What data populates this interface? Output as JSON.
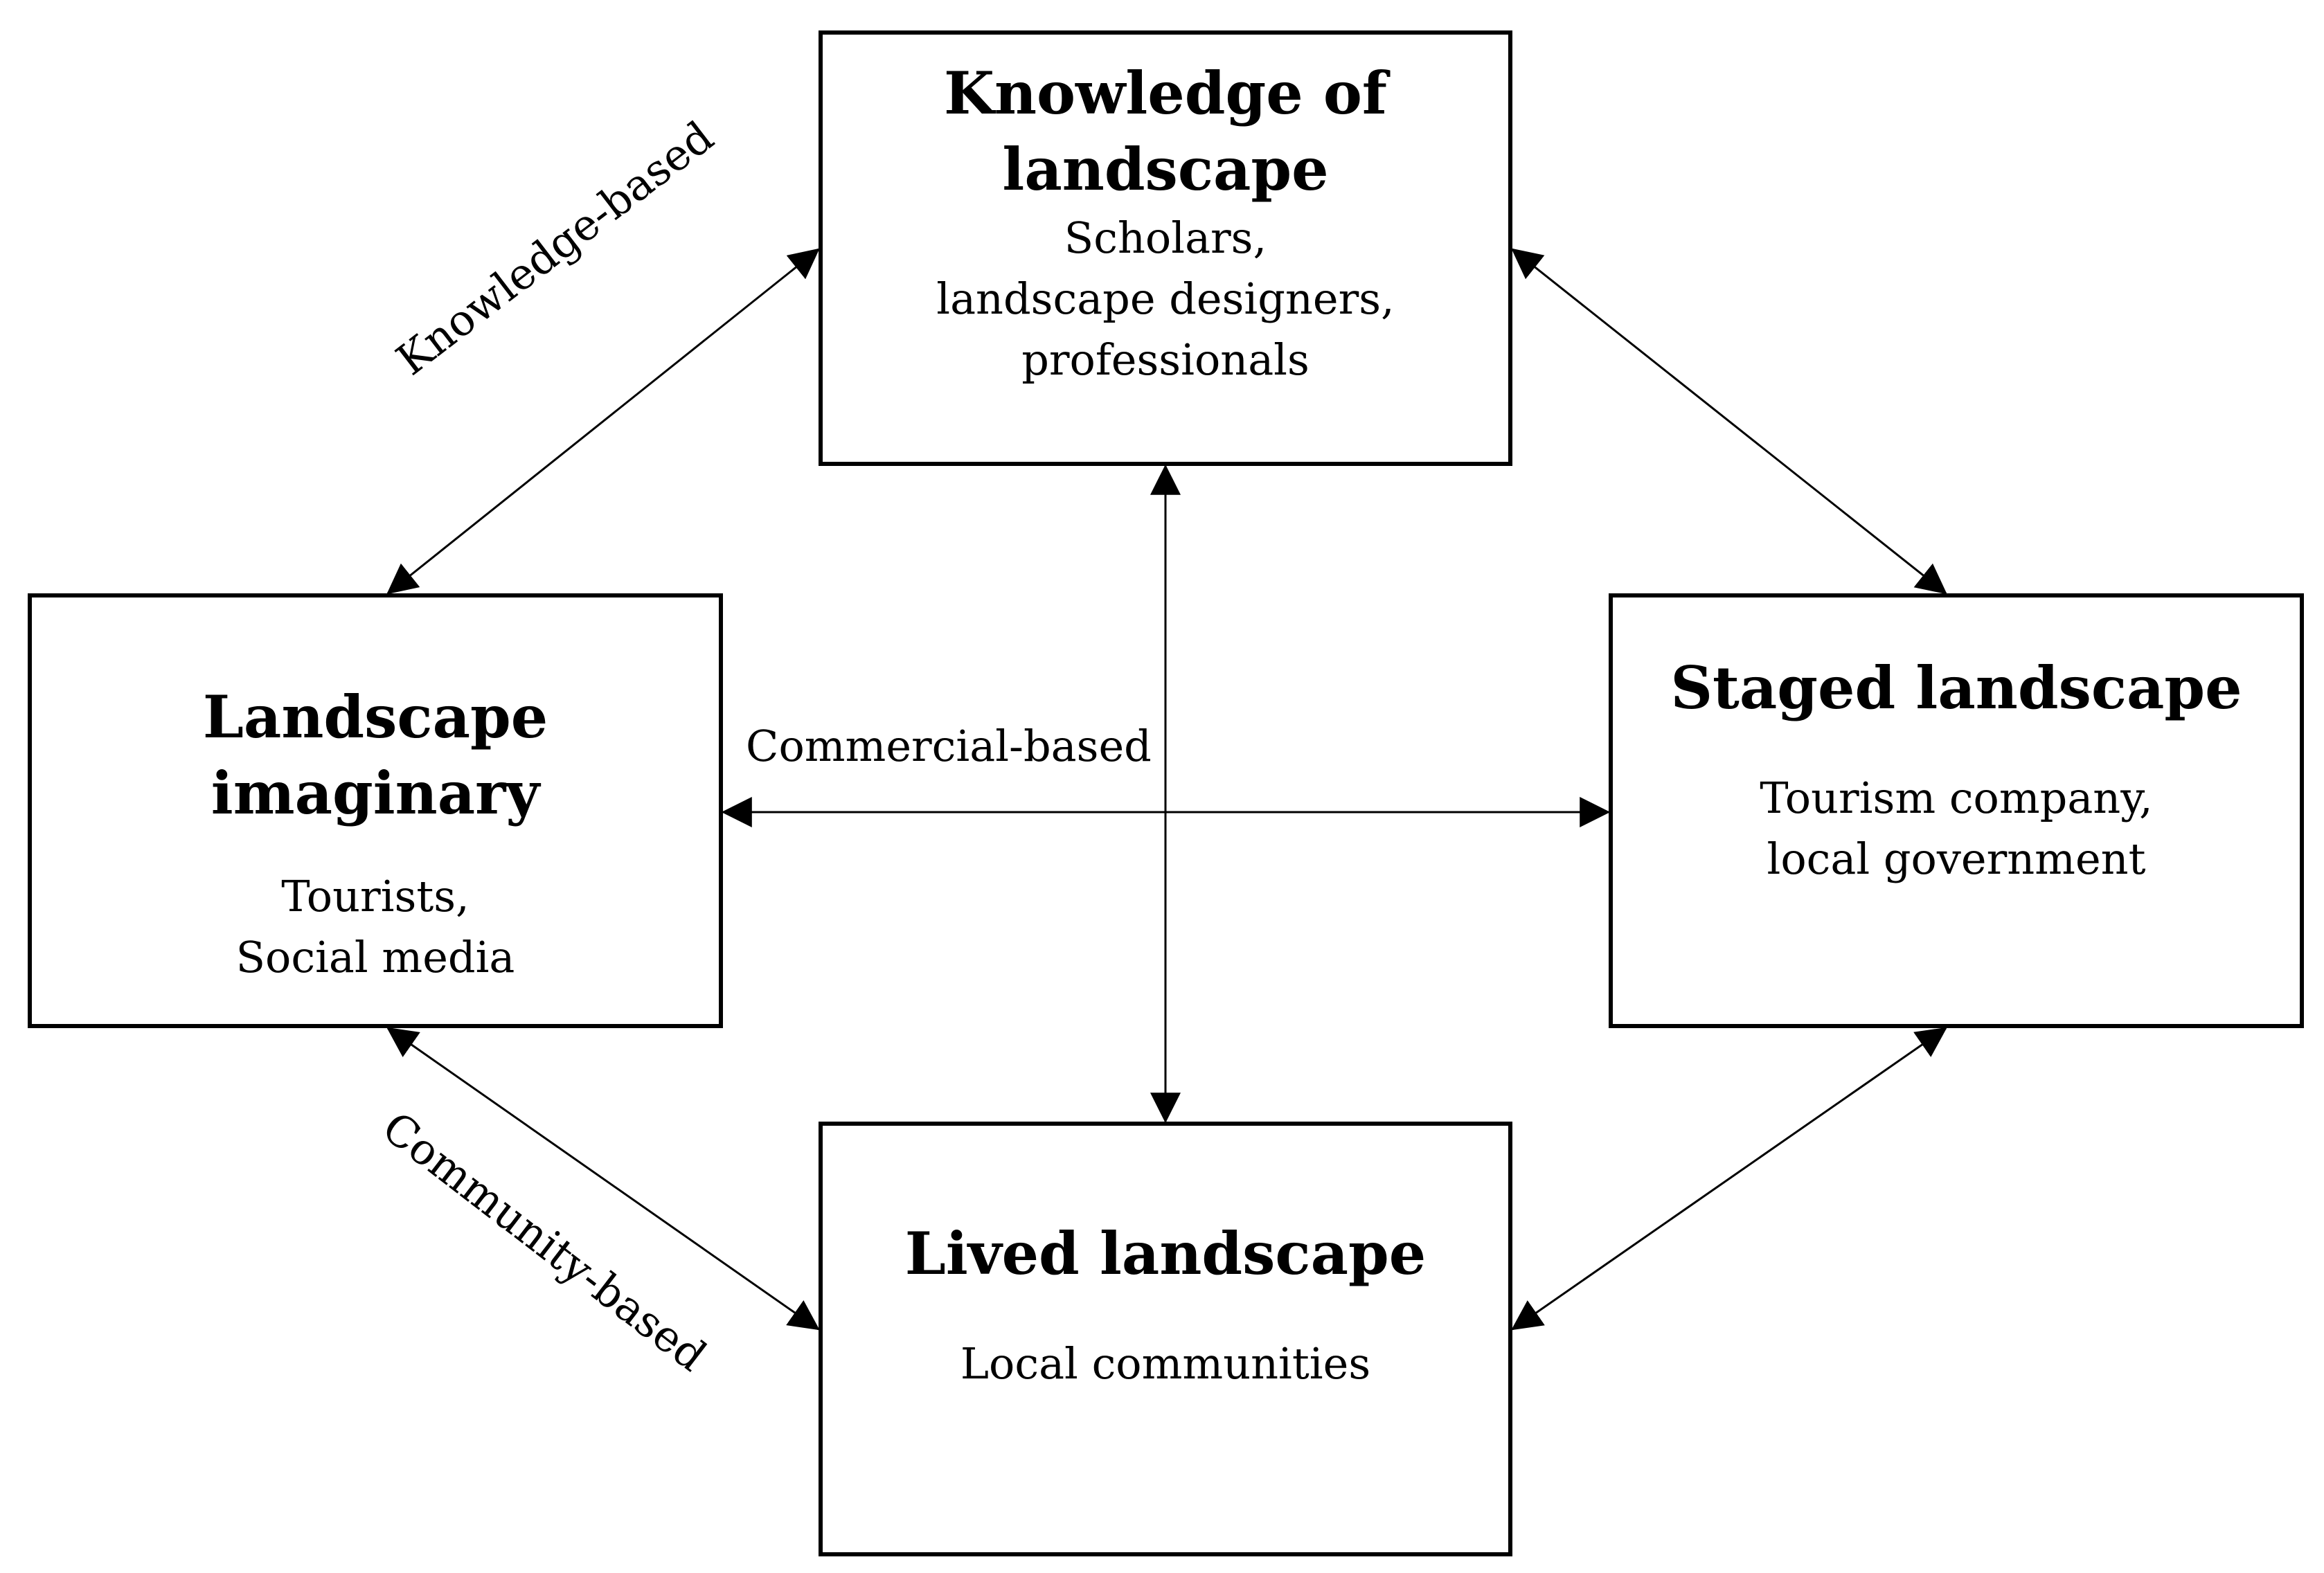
{
  "nodes": {
    "knowledge": {
      "title": "Knowledge of\nlandscape",
      "actors": "Scholars,\nlandscape designers,\nprofessionals"
    },
    "imaginary": {
      "title": "Landscape imaginary",
      "actors": "Tourists,\nSocial media"
    },
    "staged": {
      "title": "Staged landscape",
      "actors": "Tourism company,\nlocal government"
    },
    "lived": {
      "title": "Lived landscape",
      "actors": "Local communities"
    }
  },
  "edges": {
    "knowledge_based": "Knowledge-based",
    "commercial_based": "Commercial-based",
    "community_based": "Community-based"
  },
  "colors": {
    "stroke": "#000000",
    "background": "#ffffff"
  }
}
